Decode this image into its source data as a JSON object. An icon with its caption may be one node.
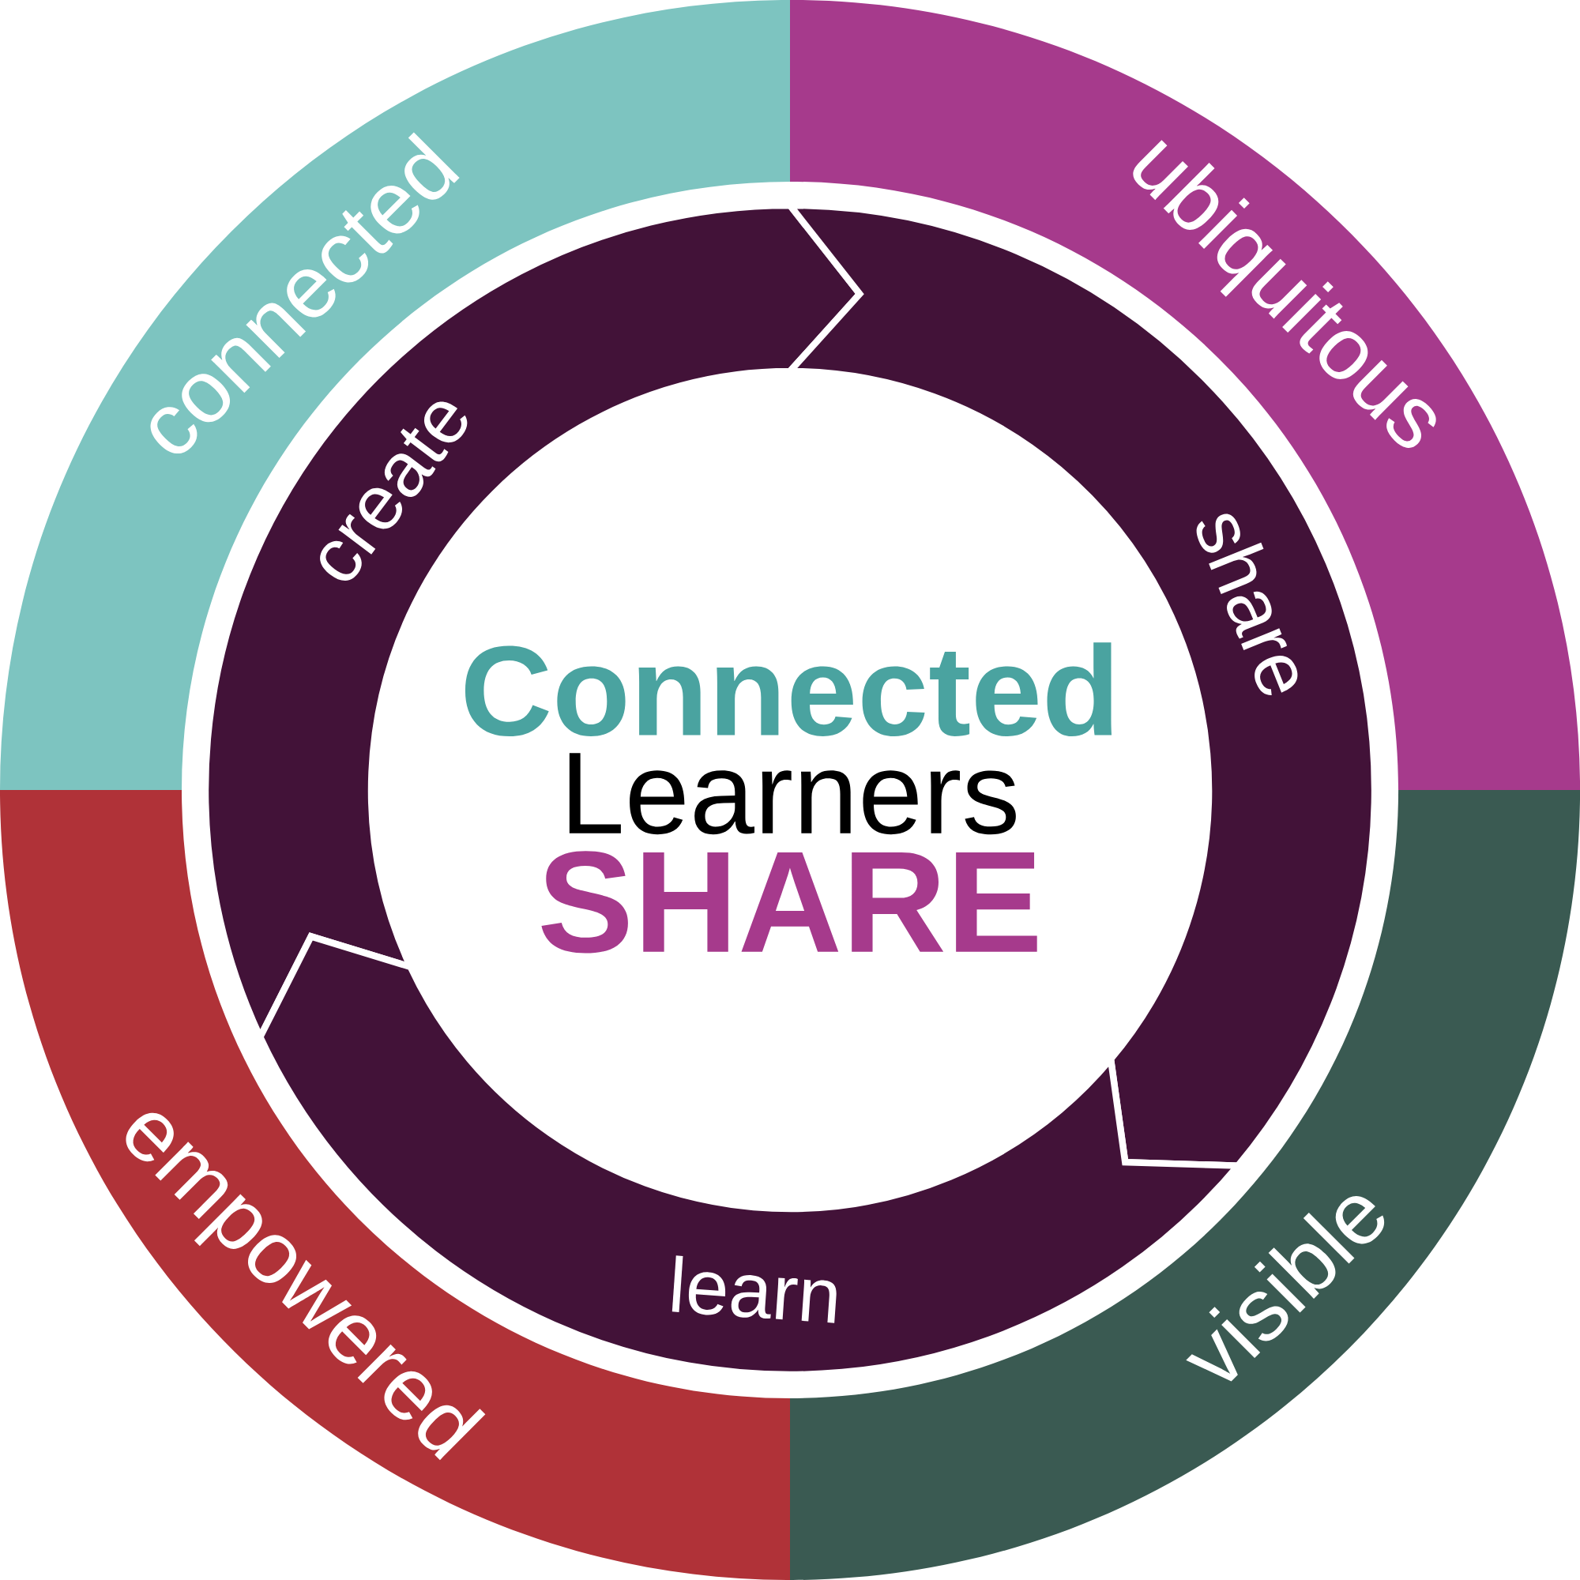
{
  "diagram": {
    "nodes": [
      {
        "text": [
          "connected"
        ]
      },
      {
        "text": [
          "ubiquitous"
        ]
      },
      {
        "text": [
          "visible"
        ]
      },
      {
        "text": [
          "empowered"
        ]
      },
      {
        "text": [
          "create"
        ]
      },
      {
        "text": [
          "share"
        ]
      },
      {
        "text": [
          "learn"
        ]
      },
      {
        "text": [
          "Connected",
          "Learners",
          "SHARE"
        ]
      }
    ]
  }
}
